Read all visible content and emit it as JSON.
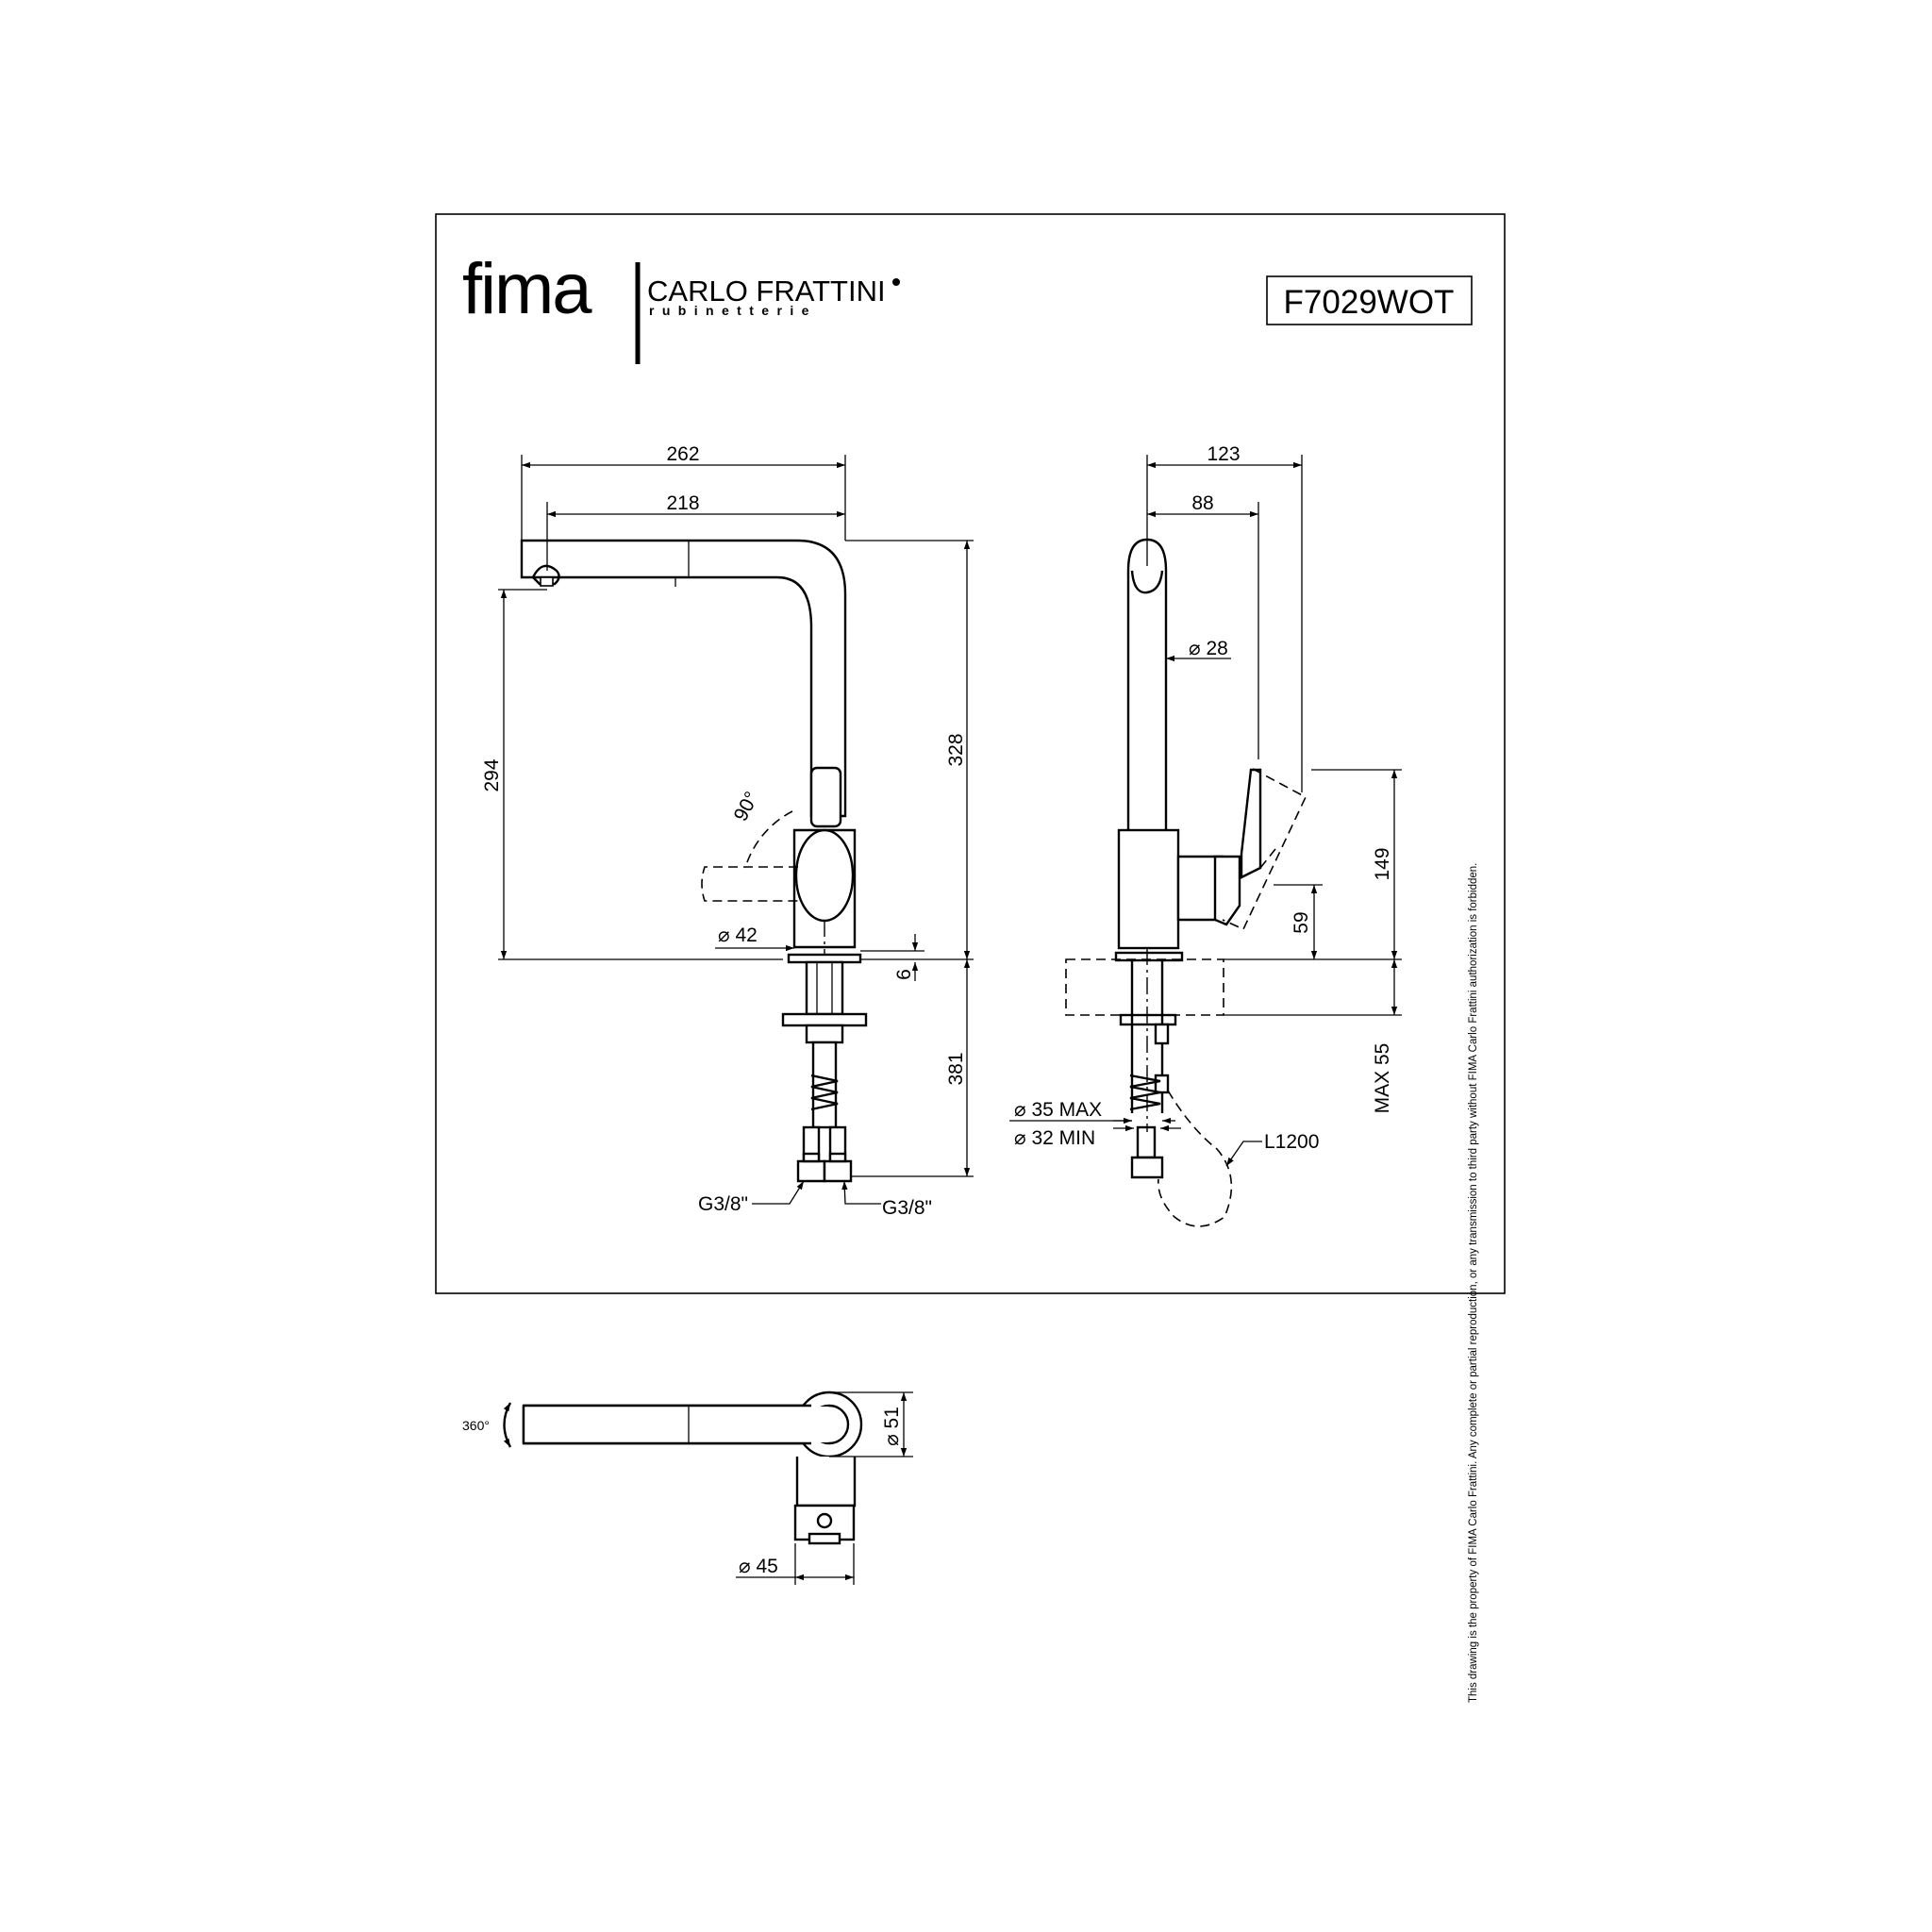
{
  "brand": {
    "logo_word": "fima",
    "logo_name": "CARLO FRATTINI",
    "logo_sub": "rubinetterie"
  },
  "product_code": "F7029WOT",
  "disclaimer": "This drawing is the property of FIMA Carlo Frattini. Any complete or partial reproduction, or any transmission to third party without FIMA Carlo Frattini authorization is forbidden.",
  "front_view": {
    "width_total": "262",
    "width_spout": "218",
    "height_spout": "294",
    "height_total": "328",
    "lever_angle": "90°",
    "body_diameter": "⌀ 42",
    "base_thickness": "6",
    "shank_length": "381",
    "connector_left": "G3/8\"",
    "connector_right": "G3/8\""
  },
  "side_view": {
    "depth_total": "123",
    "depth_to_lever": "88",
    "spout_diameter": "⌀ 28",
    "lever_height": "149",
    "lever_base_height": "59",
    "deck_thickness": "MAX 55",
    "hole_max": "⌀ 35 MAX",
    "hole_min": "⌀ 32 MIN",
    "hose_length": "L1200"
  },
  "top_view": {
    "rotation": "360°",
    "head_diameter": "⌀ 51",
    "base_diameter": "⌀ 45"
  }
}
